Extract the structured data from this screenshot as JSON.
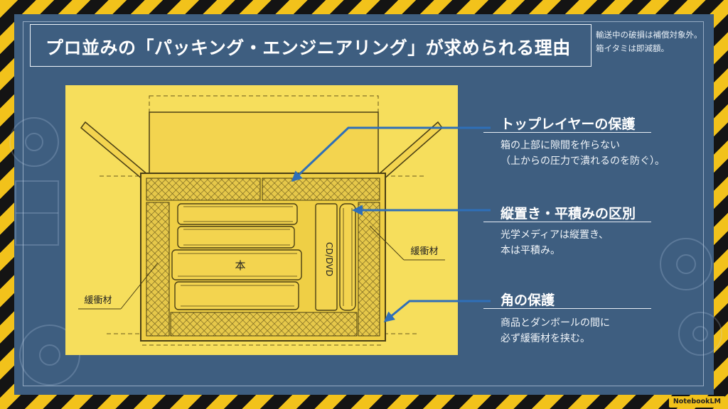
{
  "title": "プロ並みの「パッキング・エンジニアリング」が求められる理由",
  "note": [
    "輸送中の破損は補償対象外。",
    "箱イタミは即減額。"
  ],
  "diagram": {
    "label_book": "本",
    "label_cd": "CD/DVD",
    "label_cushion_left": "緩衝材",
    "label_cushion_right": "緩衝材"
  },
  "sections": [
    {
      "title": "トップレイヤーの保護",
      "lines": [
        "箱の上部に隙間を作らない",
        "（上からの圧力で潰れるのを防ぐ）。"
      ]
    },
    {
      "title": "縦置き・平積みの区別",
      "lines": [
        "光学メディアは縦置き、",
        "本は平積み。"
      ]
    },
    {
      "title": "角の保護",
      "lines": [
        "商品とダンボールの間に",
        "必ず緩衝材を挟む。"
      ]
    }
  ],
  "badge": "NotebookLM",
  "colors": {
    "panel": "#f6de5c",
    "board": "#3e5e80",
    "arrow": "#2f6fb8",
    "stripe": "#f2c21b"
  }
}
